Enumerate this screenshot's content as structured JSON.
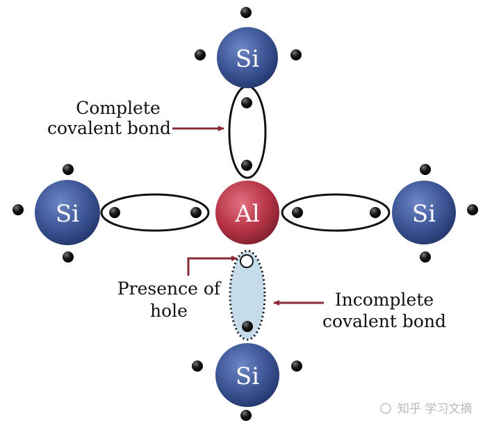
{
  "atoms": {
    "top": "Si",
    "left": "Si",
    "center": "Al",
    "right": "Si",
    "bottom": "Si"
  },
  "labels": {
    "complete_line1": "Complete",
    "complete_line2": "covalent bond",
    "hole_line1": "Presence of",
    "hole_line2": "hole",
    "incomplete_line1": "Incomplete",
    "incomplete_line2": "covalent bond"
  },
  "watermark": "知乎 学习文摘",
  "colors": {
    "si": "#3c5494",
    "al": "#b73546",
    "electron": "#111111",
    "arrow": "#8a2a36",
    "hole_fill": "#c7dceb"
  }
}
